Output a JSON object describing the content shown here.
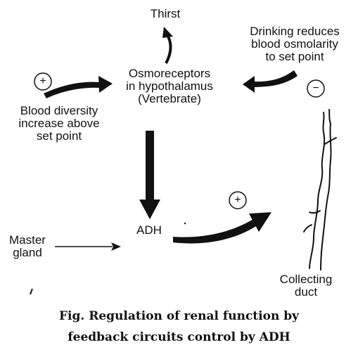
{
  "diagram": {
    "top_partial_text": "",
    "thirst": "Thirst",
    "drinking": "Drinking reduces\nblood osmolarity\nto set point",
    "osmoreceptors": "Osmoreceptors\nin hypothalamus\n(Vertebrate)",
    "blood_diversity": "Blood diversity\nincrease above\nset point",
    "adh": "ADH",
    "master_gland": "Master\ngland",
    "collecting_duct": "Collecting\nduct",
    "sign_plus_left": "+",
    "sign_minus_right": "−",
    "sign_plus_bottom": "+"
  },
  "caption": {
    "line1": "Fig. Regulation of renal function by",
    "line2": "feedback circuits control by ADH"
  }
}
